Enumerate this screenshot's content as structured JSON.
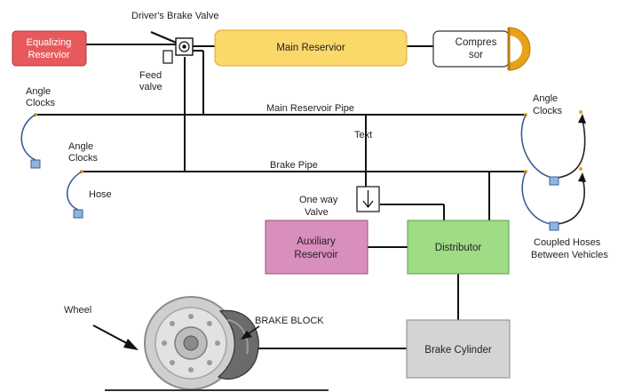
{
  "labels": {
    "drivers_brake_valve": "Driver's Brake Valve",
    "equalizing_reservoir_1": "Equalizing",
    "equalizing_reservoir_2": "Reservior",
    "main_reservoir": "Main Reservior",
    "compressor_1": "Compres",
    "compressor_2": "sor",
    "feed_valve_1": "Feed",
    "feed_valve_2": "valve",
    "angle_clocks_1a": "Angle",
    "angle_clocks_1b": "Clocks",
    "angle_clocks_2a": "Angle",
    "angle_clocks_2b": "Clocks",
    "angle_clocks_3a": "Angle",
    "angle_clocks_3b": "Clocks",
    "main_reservoir_pipe": "Main Reservoir Pipe",
    "text": "Text",
    "brake_pipe": "Brake Pipe",
    "hose": "Hose",
    "one_way_valve_1": "One way",
    "one_way_valve_2": "Valve",
    "auxiliary_reservoir_1": "Auxiliary",
    "auxiliary_reservoir_2": "Reservoir",
    "distributor": "Distributor",
    "coupled_hoses_1": "Coupled Hoses",
    "coupled_hoses_2": "Between Vehicles",
    "wheel": "Wheel",
    "brake_block": "BRAKE BLOCK",
    "brake_cylinder": "Brake Cylinder"
  },
  "colors": {
    "equalizing_fill": "#e8595c",
    "main_reservoir_fill": "#fbd86a",
    "auxiliary_fill": "#d98fbb",
    "distributor_fill": "#9fdc86",
    "brake_cylinder_fill": "#d4d4d4",
    "compressor_cap": "#e8a21a",
    "hose_end": "#8fb4e3"
  }
}
